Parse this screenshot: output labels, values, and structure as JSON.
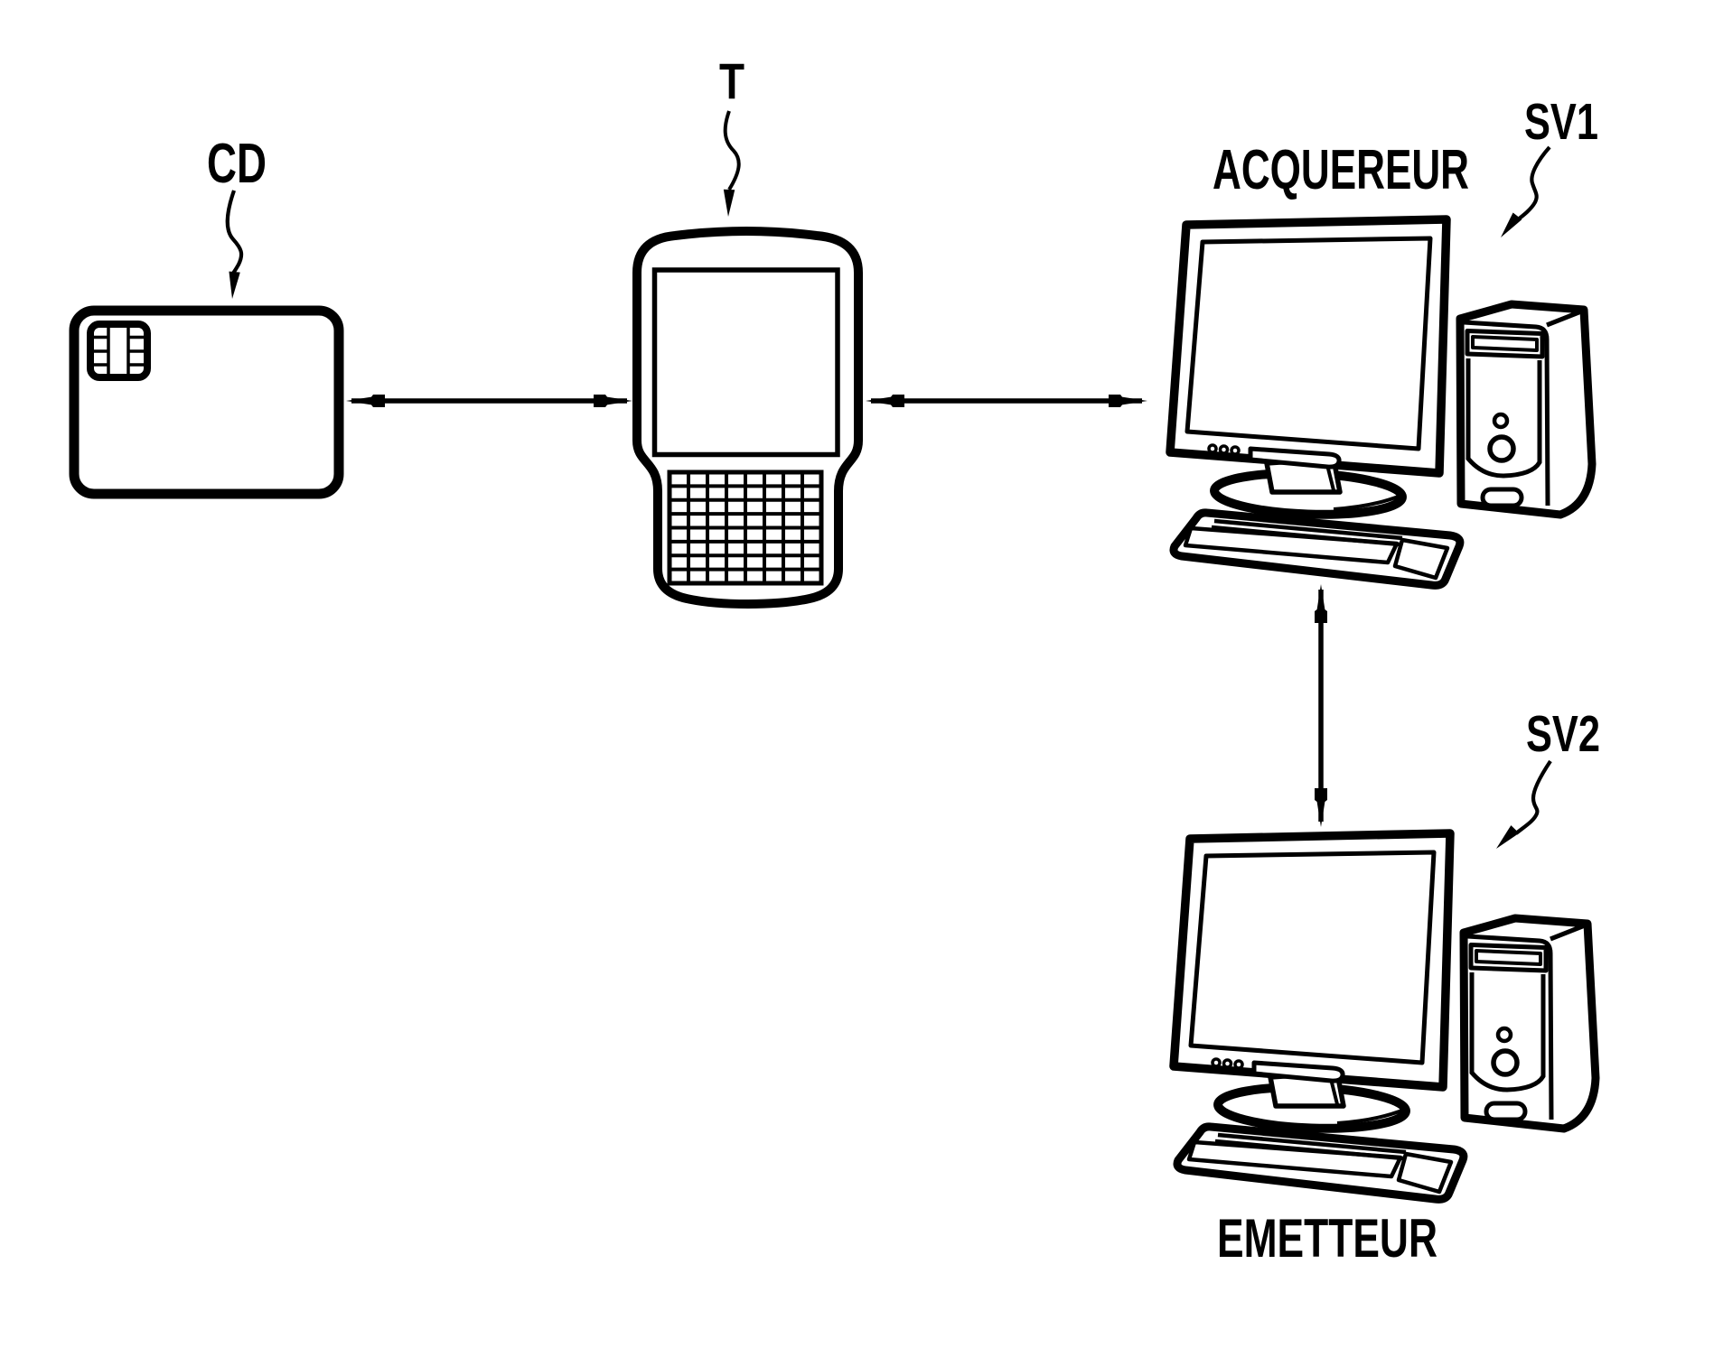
{
  "figure": {
    "background": "#ffffff",
    "ink": "#000000",
    "labels": {
      "card": "CD",
      "terminal": "T",
      "server1": "SV1",
      "server1_caption": "ACQUEREUR",
      "server2": "SV2",
      "server2_caption": "EMETTEUR"
    },
    "nodes": [
      {
        "id": "CD",
        "type": "smart-card",
        "label": "CD"
      },
      {
        "id": "T",
        "type": "payment-terminal",
        "label": "T"
      },
      {
        "id": "SV1",
        "type": "desktop-computer",
        "label": "SV1",
        "caption": "ACQUEREUR"
      },
      {
        "id": "SV2",
        "type": "desktop-computer",
        "label": "SV2",
        "caption": "EMETTEUR"
      }
    ],
    "connections": [
      {
        "from": "CD",
        "to": "T",
        "type": "bidirectional-arrow",
        "orientation": "horizontal"
      },
      {
        "from": "T",
        "to": "SV1",
        "type": "bidirectional-arrow",
        "orientation": "horizontal"
      },
      {
        "from": "SV1",
        "to": "SV2",
        "type": "bidirectional-arrow",
        "orientation": "vertical"
      }
    ]
  }
}
